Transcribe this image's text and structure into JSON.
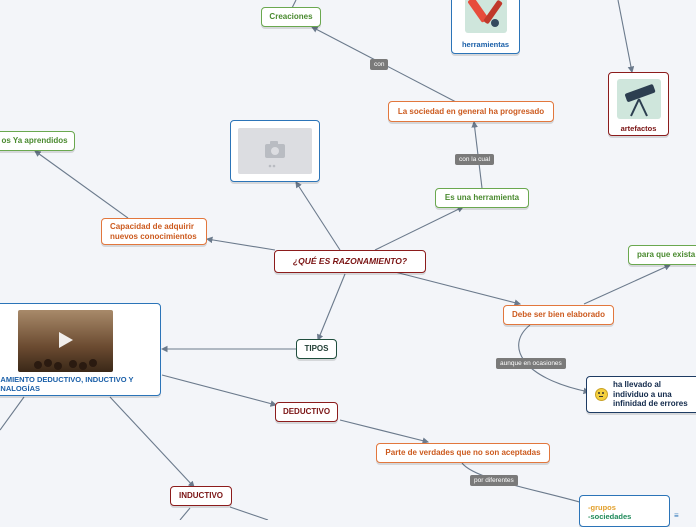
{
  "nodes": {
    "central": "¿QUÉ ES RAZONAMIENTO?",
    "creaciones": "Creaciones",
    "herramientas": "herramientas",
    "artefactos": "artefactos",
    "sociedad": "La sociedad en general ha progresado",
    "herramienta": "Es una herramienta",
    "capacidad_line1": "Capacidad de adquirir",
    "capacidad_line2": "nuevos conocimientos",
    "aprendidos": "os Ya aprendidos",
    "debe": "Debe ser bien elaborado",
    "para_que": "para que exista",
    "errores_line1": "ha llevado al",
    "errores_line2": "individuo a una",
    "errores_line3": "infinidad de errores",
    "tipos": "TIPOS",
    "video_line1": "NAMIENTO DEDUCTIVO, INDUCTIVO Y",
    "video_line2": "ANALOGÍAS",
    "deductivo": "DEDUCTIVO",
    "parte": "Parte de verdades que no son aceptadas",
    "inductivo": "INDUCTIVO",
    "grupos": "-grupos",
    "sociedades": "-sociedades"
  },
  "tags": {
    "con": "con",
    "con_la_cual": "con la cual",
    "aunque": "aunque en ocasiones",
    "por_diferentes": "por diferentes"
  },
  "icons": {
    "image_placeholder": "camera-icon",
    "tools": "tools-icon",
    "telescope": "telescope-icon",
    "emoji": "worried-face-icon",
    "play": "play-icon",
    "notes": "notes-icon"
  },
  "colors": {
    "green": "#6aa84f",
    "orange": "#e2773d",
    "dark_red": "#8c1c1c",
    "navy": "#1d3b63",
    "blue": "#2b74b8",
    "connector": "#6b7a8c"
  }
}
